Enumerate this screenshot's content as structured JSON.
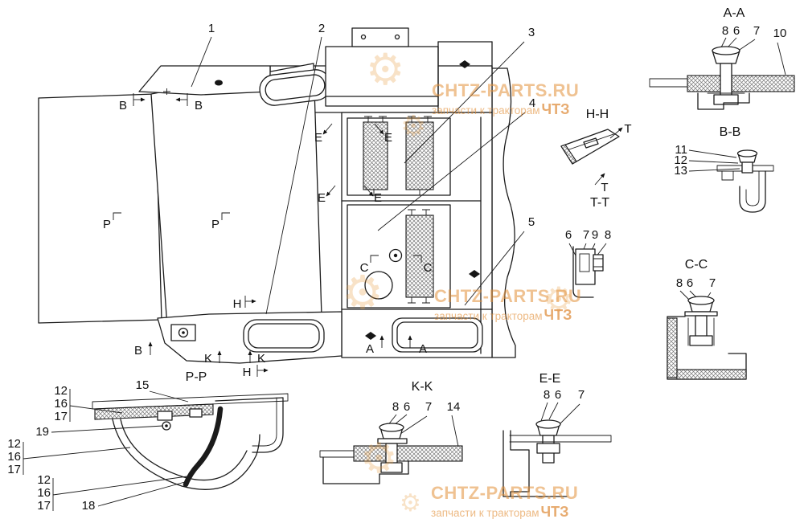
{
  "watermark": {
    "site": "CHTZ-PARTS.RU",
    "tagline": "запчасти к тракторам",
    "brand": "ЧТЗ"
  },
  "icons": {
    "gear": "⚙"
  },
  "main_view": {
    "callouts": {
      "c1": "1",
      "c2": "2",
      "c3": "3",
      "c4": "4",
      "c5": "5"
    },
    "markers": {
      "A": "A",
      "B": "B",
      "C": "C",
      "E": "E",
      "H": "H",
      "K": "K",
      "P": "P"
    }
  },
  "sections": {
    "aa": {
      "title": "A-A",
      "c8": "8",
      "c6": "6",
      "c7": "7",
      "c10": "10"
    },
    "bb": {
      "title": "B-B",
      "c11": "11",
      "c12": "12",
      "c13": "13"
    },
    "hh": {
      "title": "H-H",
      "marker_T": "T"
    },
    "tt": {
      "title": "T-T",
      "c6": "6",
      "c7": "7",
      "c9": "9",
      "c8": "8"
    },
    "cc": {
      "title": "C-C",
      "c8": "8",
      "c6": "6",
      "c7": "7"
    },
    "pp": {
      "title": "P-P",
      "c12": "12",
      "c16": "16",
      "c17": "17",
      "c19": "19",
      "c15": "15",
      "c18": "18"
    },
    "kk": {
      "title": "K-K",
      "c8": "8",
      "c6": "6",
      "c7": "7",
      "c14": "14"
    },
    "ee": {
      "title": "E-E",
      "c8": "8",
      "c6": "6",
      "c7": "7"
    }
  }
}
